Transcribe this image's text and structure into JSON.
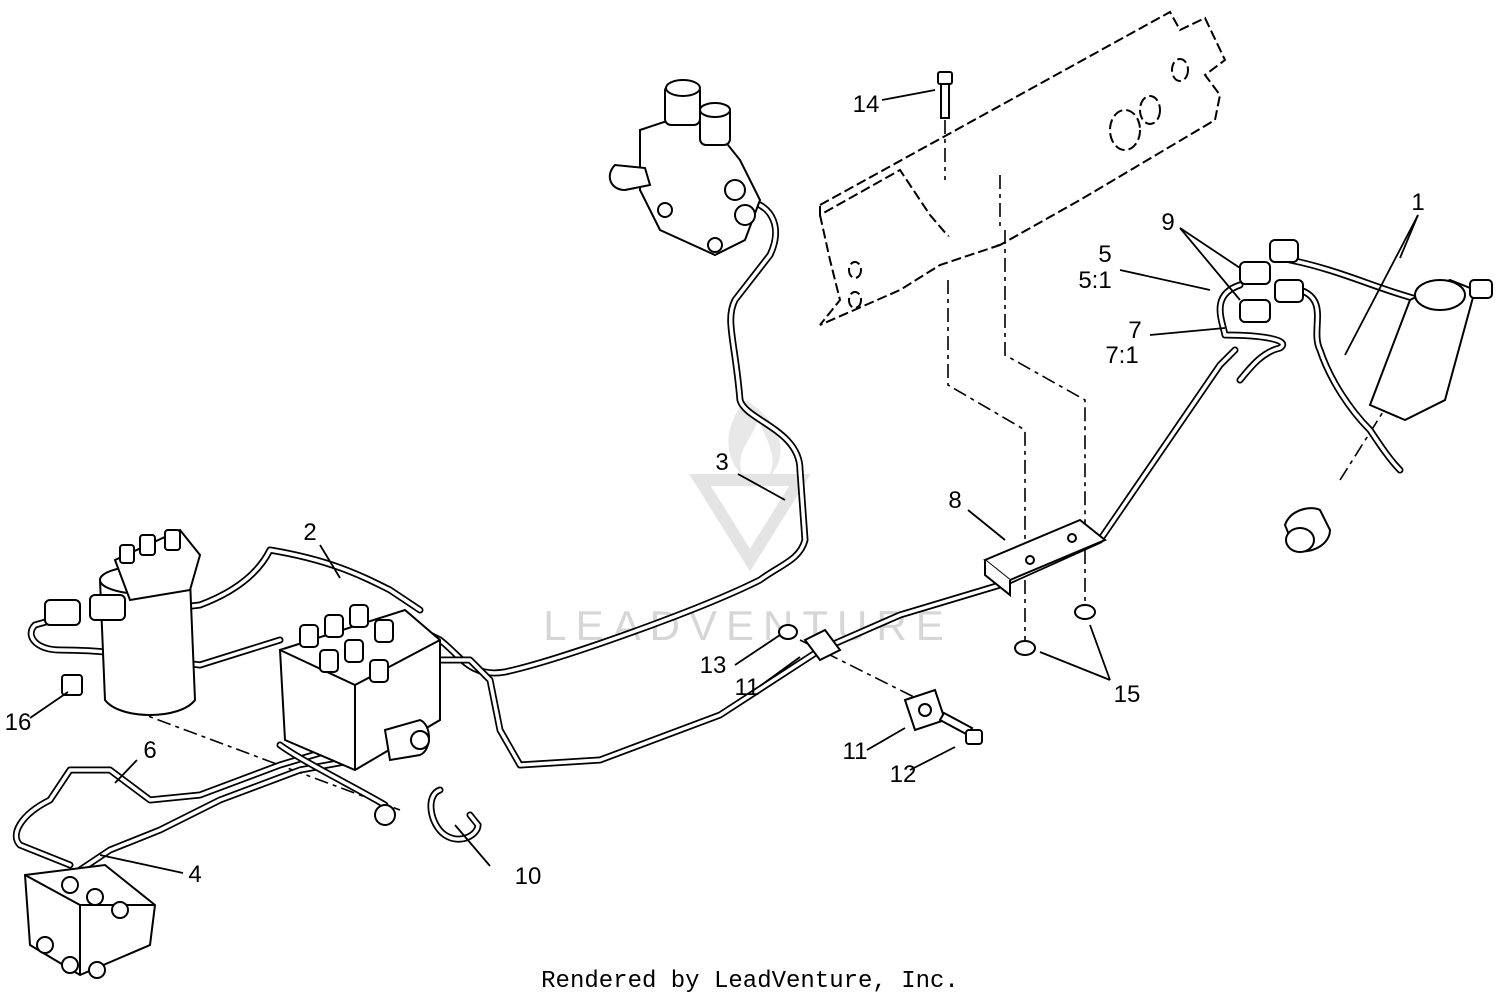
{
  "callouts": {
    "c1": "1",
    "c2": "2",
    "c3": "3",
    "c4": "4",
    "c5": "5",
    "c5_1": "5:1",
    "c6": "6",
    "c7": "7",
    "c7_1": "7:1",
    "c8": "8",
    "c9": "9",
    "c10": "10",
    "c11a": "11",
    "c11b": "11",
    "c12": "12",
    "c13": "13",
    "c14": "14",
    "c15": "15",
    "c16": "16"
  },
  "watermark": {
    "text": "LEADVENTURE"
  },
  "footer": {
    "credit": "Rendered by LeadVenture, Inc."
  }
}
